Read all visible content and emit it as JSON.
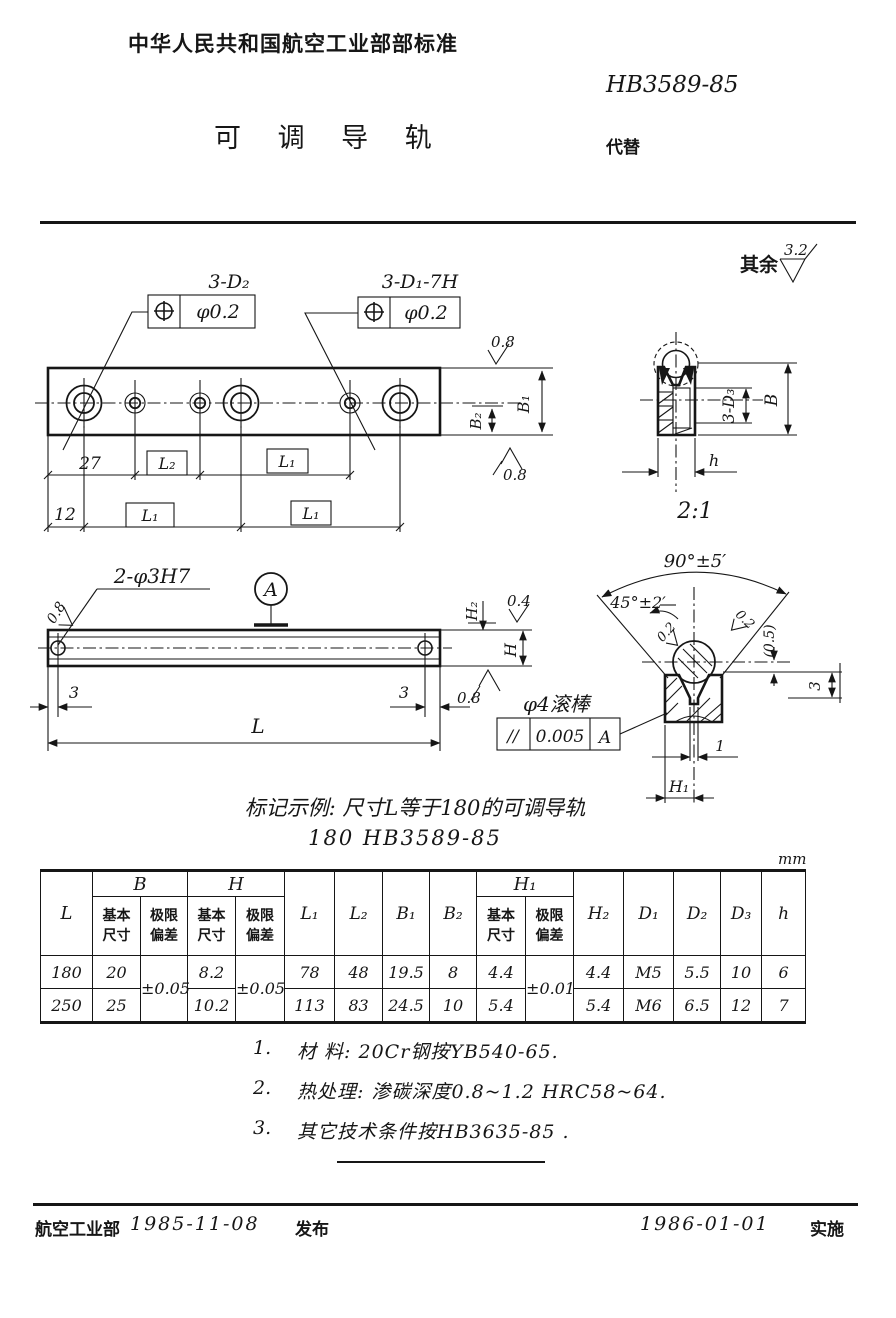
{
  "header": {
    "org_title": "中华人民共和国航空工业部部标准",
    "standard_no": "HB3589-85",
    "doc_title": "可  调  导  轨",
    "replaces_label": "代替"
  },
  "surface_note": {
    "prefix": "其余",
    "value": "3.2"
  },
  "top_view": {
    "callout_d2": "3-D₂",
    "callout_d1": "3-D₁-7H",
    "pos_tol_1": "φ0.2",
    "pos_tol_2": "φ0.2",
    "finish_top": "0.8",
    "finish_bottom": "0.8",
    "dim_b1": "B₁",
    "dim_b2": "B₂",
    "dim_27": "27",
    "dim_l2": "L₂",
    "dim_l1": "L₁",
    "dim_12": "12",
    "dim_l1a": "L₁",
    "dim_l1b": "L₁"
  },
  "detail_view": {
    "callout_d3": "3-D₃",
    "dim_b": "B",
    "dim_h": "h",
    "scale": "2:1"
  },
  "side_view": {
    "callout": "2-φ3H7",
    "finish_left": "0.8",
    "datum": "A",
    "dim_h2": "H₂",
    "finish_04": "0.4",
    "dim_h": "H",
    "dim_3_left": "3",
    "dim_3_right": "3",
    "finish_br": "0.8",
    "dim_l": "L"
  },
  "section_view": {
    "angle_90": "90°±5′",
    "angle_45": "45°±2′",
    "finish_left": "0.2",
    "finish_right": "0.2",
    "dim_05": "(0.5)",
    "dim_3": "3",
    "roller_label": "φ4滚棒",
    "fcf_symbol": "//",
    "fcf_value": "0.005",
    "fcf_datum": "A",
    "dim_1": "1",
    "dim_h1": "H₁"
  },
  "marking_example": {
    "line1": "标记示例: 尺寸L等于180的可调导轨",
    "line2": "180   HB3589-85"
  },
  "table": {
    "unit": "mm",
    "col_l": "L",
    "col_b": "B",
    "col_h": "H",
    "col_h1": "H₁",
    "sub_basic": "基本\n尺寸",
    "sub_dev": "极限\n偏差",
    "col_l1": "L₁",
    "col_l2": "L₂",
    "col_b1": "B₁",
    "col_b2": "B₂",
    "col_h2": "H₂",
    "col_d1": "D₁",
    "col_d2": "D₂",
    "col_d3": "D₃",
    "col_h_small": "h",
    "b_dev": "±0.05",
    "h_dev": "±0.05",
    "h1_dev": "±0.01",
    "rows": [
      {
        "l": "180",
        "b_basic": "20",
        "h_basic": "8.2",
        "l1": "78",
        "l2": "48",
        "b1": "19.5",
        "b2": "8",
        "h1_basic": "4.4",
        "h2": "4.4",
        "d1": "M5",
        "d2": "5.5",
        "d3": "10",
        "h": "6"
      },
      {
        "l": "250",
        "b_basic": "25",
        "h_basic": "10.2",
        "l1": "113",
        "l2": "83",
        "b1": "24.5",
        "b2": "10",
        "h1_basic": "5.4",
        "h2": "5.4",
        "d1": "M6",
        "d2": "6.5",
        "d3": "12",
        "h": "7"
      }
    ]
  },
  "notes": [
    {
      "no": "1.",
      "text": "材  料: 20Cr钢按YB540-65."
    },
    {
      "no": "2.",
      "text": "热处理: 渗碳深度0.8~1.2  HRC58~64."
    },
    {
      "no": "3.",
      "text": "其它技术条件按HB3635-85 ."
    }
  ],
  "footer": {
    "org": "航空工业部",
    "issue_date": "1985-11-08",
    "issue_label": "发布",
    "impl_date": "1986-01-01",
    "impl_label": "实施"
  }
}
